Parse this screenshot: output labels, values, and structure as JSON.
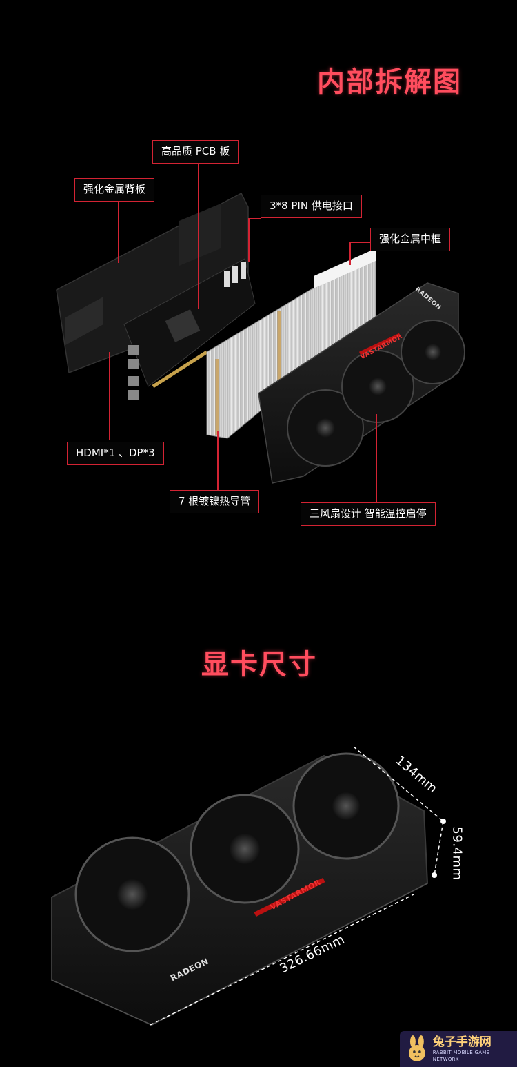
{
  "teardown_section": {
    "title": "内部拆解图",
    "callouts": {
      "pcb": "高品质 PCB 板",
      "backplate": "强化金属背板",
      "power": "3*8 PIN 供电接口",
      "midframe": "强化金属中框",
      "ports": "HDMI*1 、DP*3",
      "heatpipes": "7 根镀镍热导管",
      "fans": "三风扇设计 智能温控启停"
    }
  },
  "size_section": {
    "title": "显卡尺寸",
    "dimensions": {
      "width": "134mm",
      "height": "59.4mm",
      "length": "326.66mm"
    }
  },
  "product_marks": {
    "brand_shroud": "VASTARMOR",
    "chip_brand": "RADEON"
  },
  "watermark": {
    "main": "兔子手游网",
    "sub": "RABBIT MOBILE GAME NETWORK"
  },
  "colors": {
    "accent": "#d32333",
    "title": "#ff4d5e",
    "background": "#000000"
  }
}
